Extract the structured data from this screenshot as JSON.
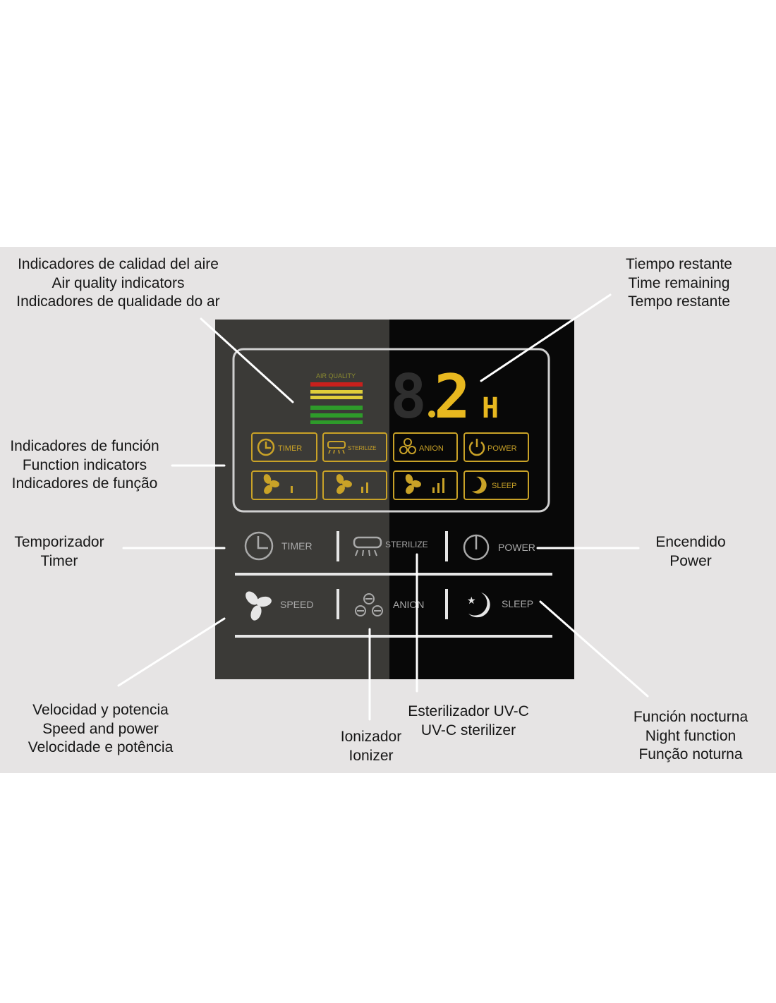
{
  "annotations": {
    "air_quality": [
      "Indicadores de calidad del aire",
      "Air quality indicators",
      "Indicadores de qualidade do ar"
    ],
    "time_remaining": [
      "Tiempo restante",
      "Time remaining",
      "Tempo restante"
    ],
    "function_indicators": [
      "Indicadores de función",
      "Function indicators",
      "Indicadores de função"
    ],
    "timer": [
      "Temporizador",
      "Timer"
    ],
    "power": [
      "Encendido",
      "Power"
    ],
    "speed": [
      "Velocidad y potencia",
      "Speed and power",
      "Velocidade e potência"
    ],
    "ionizer": [
      "Ionizador",
      "Ionizer"
    ],
    "sterilizer": [
      "Esterilizador UV-C",
      "UV-C sterilizer"
    ],
    "night": [
      "Función nocturna",
      "Night function",
      "Função noturna"
    ]
  },
  "display": {
    "air_quality_label": "AIR QUALITY",
    "time_digit_1": "8",
    "time_digit_2": "2",
    "time_unit": "H",
    "indicator_labels": [
      "TIMER",
      "STERILIZE",
      "ANION",
      "POWER",
      "SLEEP"
    ]
  },
  "buttons": {
    "timer": "TIMER",
    "sterilize": "STERILIZE",
    "power": "POWER",
    "speed": "SPEED",
    "anion": "ANION",
    "sleep": "SLEEP"
  },
  "colors": {
    "indicator_gold": "#c9a227",
    "air_red": "#c8201c",
    "air_yellow": "#e0cf3a",
    "air_green": "#2e9b2a"
  }
}
